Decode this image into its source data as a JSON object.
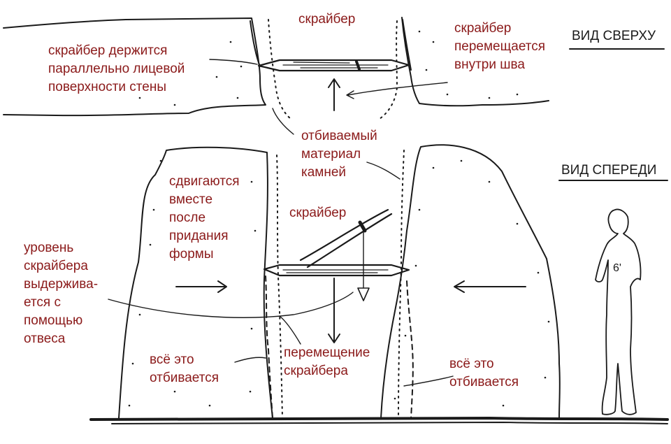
{
  "views": {
    "top": "ВИД СВЕРХУ",
    "front": "ВИД СПЕРЕДИ"
  },
  "labels": {
    "scriber_top": "скрайбер",
    "scriber_parallel": "скрайбер держится\nпараллельно лицевой\nповерхности стены",
    "scriber_moves": "скрайбер\nперемещается\nвнутри шва",
    "removed_material": "отбиваемый\nматериал\nкамней",
    "shifted_together": "сдвигаются\nвместе\nпосле\nпридания\nформы",
    "scriber_front": "скрайбер",
    "plumb_level": "уровень\nскрайбера\nвыдержива-\nется с\nпомощью\nотвеса",
    "removed_left": "всё это\nотбивается",
    "scriber_movement": "перемещение\nскрайбера",
    "removed_right": "всё это\nотбивается",
    "person_height": "6'"
  },
  "colors": {
    "ink": "#1a1a1a",
    "annotation": "#8b1a1a",
    "background": "#ffffff"
  }
}
